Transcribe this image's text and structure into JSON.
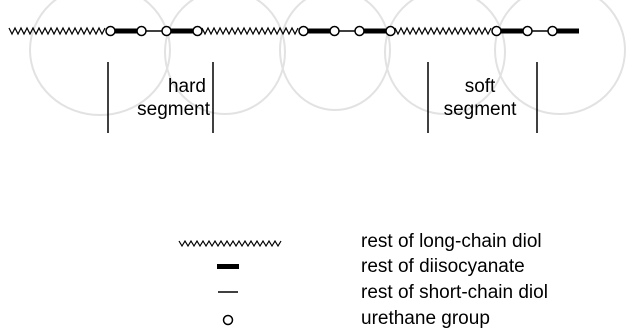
{
  "diagram": {
    "chain_sequence": [
      "diol-long",
      "urethane",
      "diisocyanate",
      "urethane",
      "diol-short",
      "urethane",
      "diisocyanate",
      "urethane",
      "diol-long",
      "urethane",
      "diisocyanate",
      "urethane",
      "diol-short",
      "urethane",
      "diisocyanate",
      "urethane",
      "diol-long",
      "urethane",
      "diisocyanate",
      "urethane",
      "diol-short",
      "urethane",
      "diisocyanate"
    ],
    "hard_segment": {
      "line1": "hard",
      "line2": "segment"
    },
    "soft_segment": {
      "line1": "soft",
      "line2": "segment"
    }
  },
  "legend": [
    {
      "symbol": "zigzag-icon",
      "label": "rest of long-chain diol"
    },
    {
      "symbol": "thick-bar-icon",
      "label": "rest of diisocyanate"
    },
    {
      "symbol": "thin-bar-icon",
      "label": "rest of short-chain diol"
    },
    {
      "symbol": "circle-icon",
      "label": "urethane group"
    }
  ],
  "colors": {
    "ink": "#000000",
    "watermark": "#dcdcdc",
    "background": "#ffffff"
  }
}
